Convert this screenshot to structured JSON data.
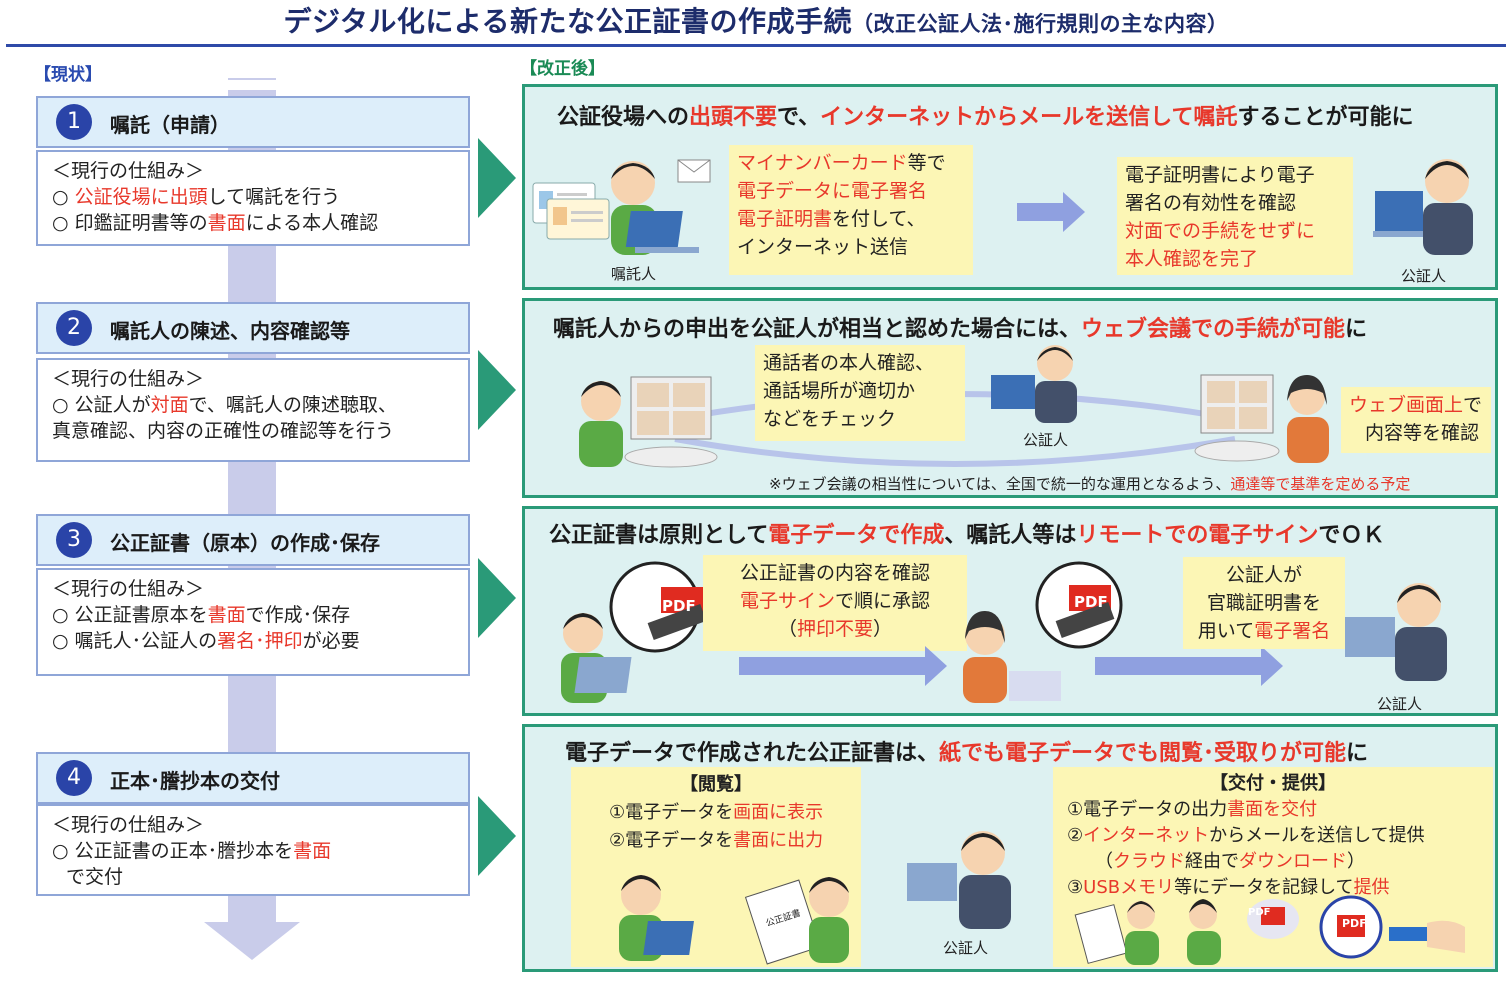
{
  "title": {
    "main": "デジタル化による新たな公正証書の作成手続",
    "sub": "（改正公証人法･施行規則の主な内容）"
  },
  "labels": {
    "current": "【現状】",
    "after": "【改正後】"
  },
  "steps": [
    {
      "num": "1",
      "title": "嘱託（申請）",
      "heading": "＜現行の仕組み＞",
      "lines": [
        {
          "a": "○ ",
          "r1": "公証役場に出頭",
          "b": "して嘱託を行う"
        },
        {
          "a": "○ 印鑑証明書等の",
          "r1": "書面",
          "b": "による本人確認"
        }
      ]
    },
    {
      "num": "2",
      "title": "嘱託人の陳述、内容確認等",
      "heading": "＜現行の仕組み＞",
      "lines": [
        {
          "a": "○ 公証人が",
          "r1": "対面",
          "b": "で、嘱託人の陳述聴取、"
        },
        {
          "a": "真意確認、内容の正確性の確認等を行う"
        }
      ]
    },
    {
      "num": "3",
      "title": "公正証書（原本）の作成･保存",
      "heading": "＜現行の仕組み＞",
      "lines": [
        {
          "a": "○ 公正証書原本を",
          "r1": "書面",
          "b": "で作成･保存"
        },
        {
          "a": "○ 嘱託人･公証人の",
          "r1": "署名･押印",
          "b": "が必要"
        }
      ]
    },
    {
      "num": "4",
      "title": "正本･謄抄本の交付",
      "heading": "＜現行の仕組み＞",
      "lines": [
        {
          "a": "○ 公正証書の正本･謄抄本を",
          "r1": "書面"
        },
        {
          "a": "で交付"
        }
      ]
    }
  ],
  "panel1": {
    "t1": "公証役場への",
    "r1": "出頭不要",
    "t2": "で、",
    "r2": "インターネットからメールを送信して嘱託",
    "t3": "することが可能に",
    "box1": {
      "r1": "マイナンバーカード",
      "t1": "等で",
      "r2": "電子データに電子署名",
      "r3": "電子証明書",
      "t2": "を付して、",
      "t3": "インターネット送信"
    },
    "box2": {
      "t1": "電子証明書により電子",
      "t2": "署名の有効性を確認",
      "r1": "対面での手続をせずに",
      "r2": "本人確認を完了"
    },
    "cap_client": "嘱託人",
    "cap_notary": "公証人"
  },
  "panel2": {
    "t1": "嘱託人からの申出を公証人が相当と認めた場合には、",
    "r1": "ウェブ会議での手続が可能",
    "t2": "に",
    "box1": [
      "通話者の本人確認、",
      "通話場所が適切か",
      "などをチェック"
    ],
    "cap_notary": "公証人",
    "box2": {
      "r1": "ウェブ画面上",
      "t1": "で",
      "t2": "内容等を確認"
    },
    "note_a": "※ウェブ会議の相当性については、全国で統一的な運用となるよう、",
    "note_r": "通達等で基準を定める予定"
  },
  "panel3": {
    "t1": "公正証書は原則として",
    "r1": "電子データで作成",
    "t2": "、嘱託人等は",
    "r2": "リモートでの電子サイン",
    "t3": "でＯＫ",
    "box1": {
      "t1": "公正証書の内容を確認",
      "r1": "電子サイン",
      "t2": "で順に承認",
      "t3": "（",
      "r2": "押印不要",
      "t4": "）"
    },
    "box2": {
      "t1": "公証人が",
      "t2": "官職証明書を",
      "t3": "用いて",
      "r1": "電子署名"
    },
    "pdf": "PDF",
    "cap_notary": "公証人"
  },
  "panel4": {
    "t1": "電子データで作成された公正証書は、",
    "r1": "紙でも電子データでも閲覧･受取りが可能",
    "t2": "に",
    "view": {
      "head": "【閲覧】",
      "l1a": "①電子データを",
      "l1r": "画面に表示",
      "l2a": "②電子データを",
      "l2r": "書面に出力"
    },
    "deliver": {
      "head": "【交付・提供】",
      "l1a": "①電子データの出力",
      "l1r": "書面を交付",
      "l2a": "②",
      "l2r": "インターネット",
      "l2b": "からメールを送信して提供",
      "l3a": "（",
      "l3r1": "クラウド",
      "l3b": "経由で",
      "l3r2": "ダウンロード",
      "l3c": "）",
      "l4a": "③",
      "l4r1": "USBメモリ",
      "l4b": "等にデータを記録して",
      "l4r2": "提供"
    },
    "doc_label": "公正証書",
    "pdf": "PDF",
    "cap_notary": "公証人"
  }
}
